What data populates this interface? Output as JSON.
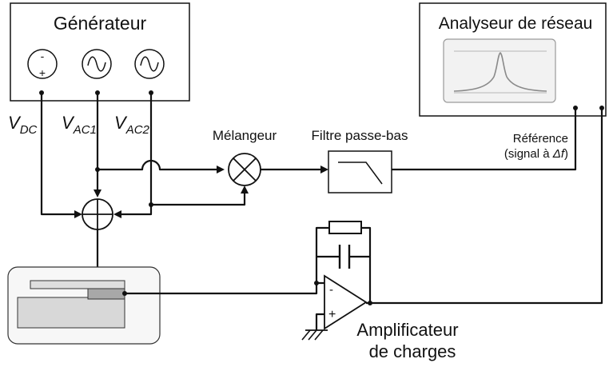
{
  "generator": {
    "title": "Générateur",
    "dc_symbol_minus": "-",
    "dc_symbol_plus": "+",
    "outputs": [
      {
        "base": "V",
        "sub": "DC"
      },
      {
        "base": "V",
        "sub": "AC1"
      },
      {
        "base": "V",
        "sub": "AC2"
      }
    ]
  },
  "analyzer": {
    "title": "Analyseur de réseau"
  },
  "mixer": {
    "label": "Mélangeur"
  },
  "lowpass": {
    "label": "Filtre passe-bas"
  },
  "reference": {
    "line1": "Référence",
    "line2_prefix": "(signal à ",
    "line2_delta": "Δf",
    "line2_suffix": ")"
  },
  "amplifier": {
    "line1": "Amplificateur",
    "line2": "de charges",
    "minus": "-",
    "plus": "+"
  }
}
